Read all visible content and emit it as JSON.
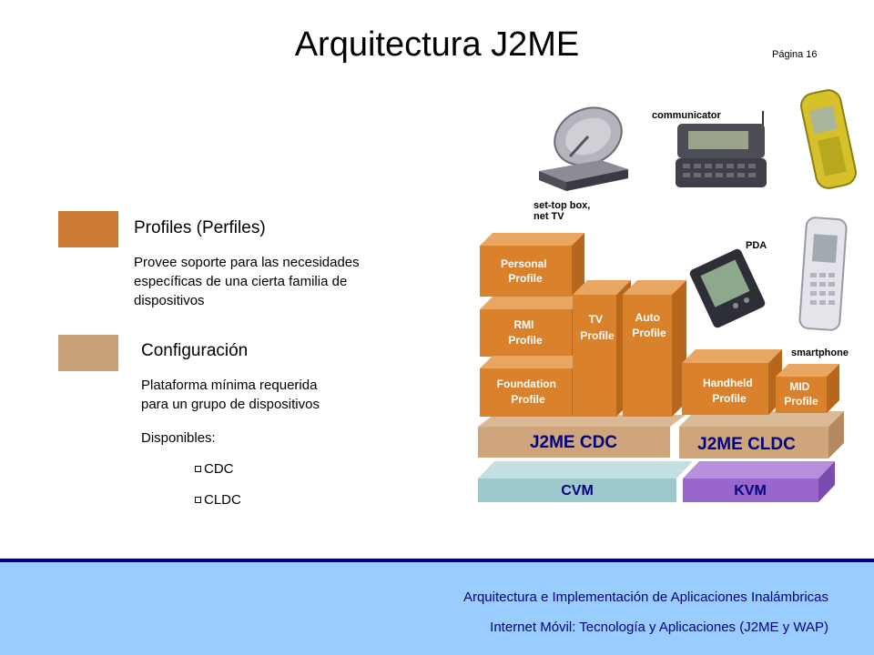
{
  "slide": {
    "title": "Arquitectura J2ME",
    "page_label": "Página 16"
  },
  "legend": {
    "profiles": {
      "title": "Profiles (Perfiles)",
      "description": [
        "Provee soporte para las necesidades",
        "específicas de una cierta familia de",
        "dispositivos"
      ],
      "color": "#cc7a33"
    },
    "configuration": {
      "title": "Configuración",
      "description": [
        "Plataforma mínima requerida",
        "para un grupo de dispositivos"
      ],
      "available_label": "Disponibles:",
      "items": [
        "CDC",
        "CLDC"
      ],
      "color": "#c8a07a"
    }
  },
  "diagram": {
    "profiles": {
      "personal": [
        "Personal",
        "Profile"
      ],
      "rmi": [
        "RMI",
        "Profile"
      ],
      "foundation": [
        "Foundation",
        "Profile"
      ],
      "tv": [
        "TV",
        "Profile"
      ],
      "auto": [
        "Auto",
        "Profile"
      ],
      "handheld": [
        "Handheld",
        "Profile"
      ],
      "mid": [
        "MID",
        "Profile"
      ]
    },
    "configurations": {
      "cdc": "J2ME CDC",
      "cldc": "J2ME CLDC"
    },
    "vms": {
      "cvm": "CVM",
      "kvm": "KVM"
    },
    "colors": {
      "profile_face": "#d9822b",
      "profile_text": "#ffffff",
      "config_face": "#cfa57c",
      "cvm_face": "#9ec9cc",
      "kvm_face": "#9966cc",
      "vm_text": "#000080"
    }
  },
  "devices": {
    "set_top_box": [
      "set-top box,",
      "net TV"
    ],
    "communicator": "communicator",
    "pda": "PDA",
    "smartphone": "smartphone"
  },
  "footer": {
    "line1": "Arquitectura e Implementación de Aplicaciones Inalámbricas",
    "line2": "Internet Móvil: Tecnología y Aplicaciones (J2ME y WAP)"
  }
}
